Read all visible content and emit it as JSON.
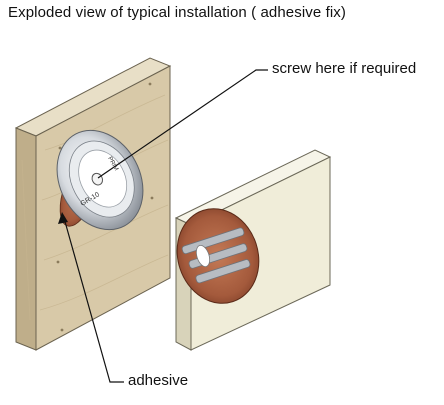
{
  "title": "Exploded view of typical installation ( adhesive fix)",
  "callouts": {
    "screw": "screw here if required",
    "adhesive": "adhesive"
  },
  "disc_text": {
    "mark_left": "GR-10",
    "mark_right": "PRIM"
  },
  "colors": {
    "wood_front": "#d8c9a8",
    "wood_side": "#bfae8a",
    "wood_top": "#e6dcc3",
    "panel_front": "#f0edd9",
    "panel_side": "#d8d3ba",
    "adhesive": "#a45a3c",
    "ring_metal": "#cfd3d8"
  }
}
